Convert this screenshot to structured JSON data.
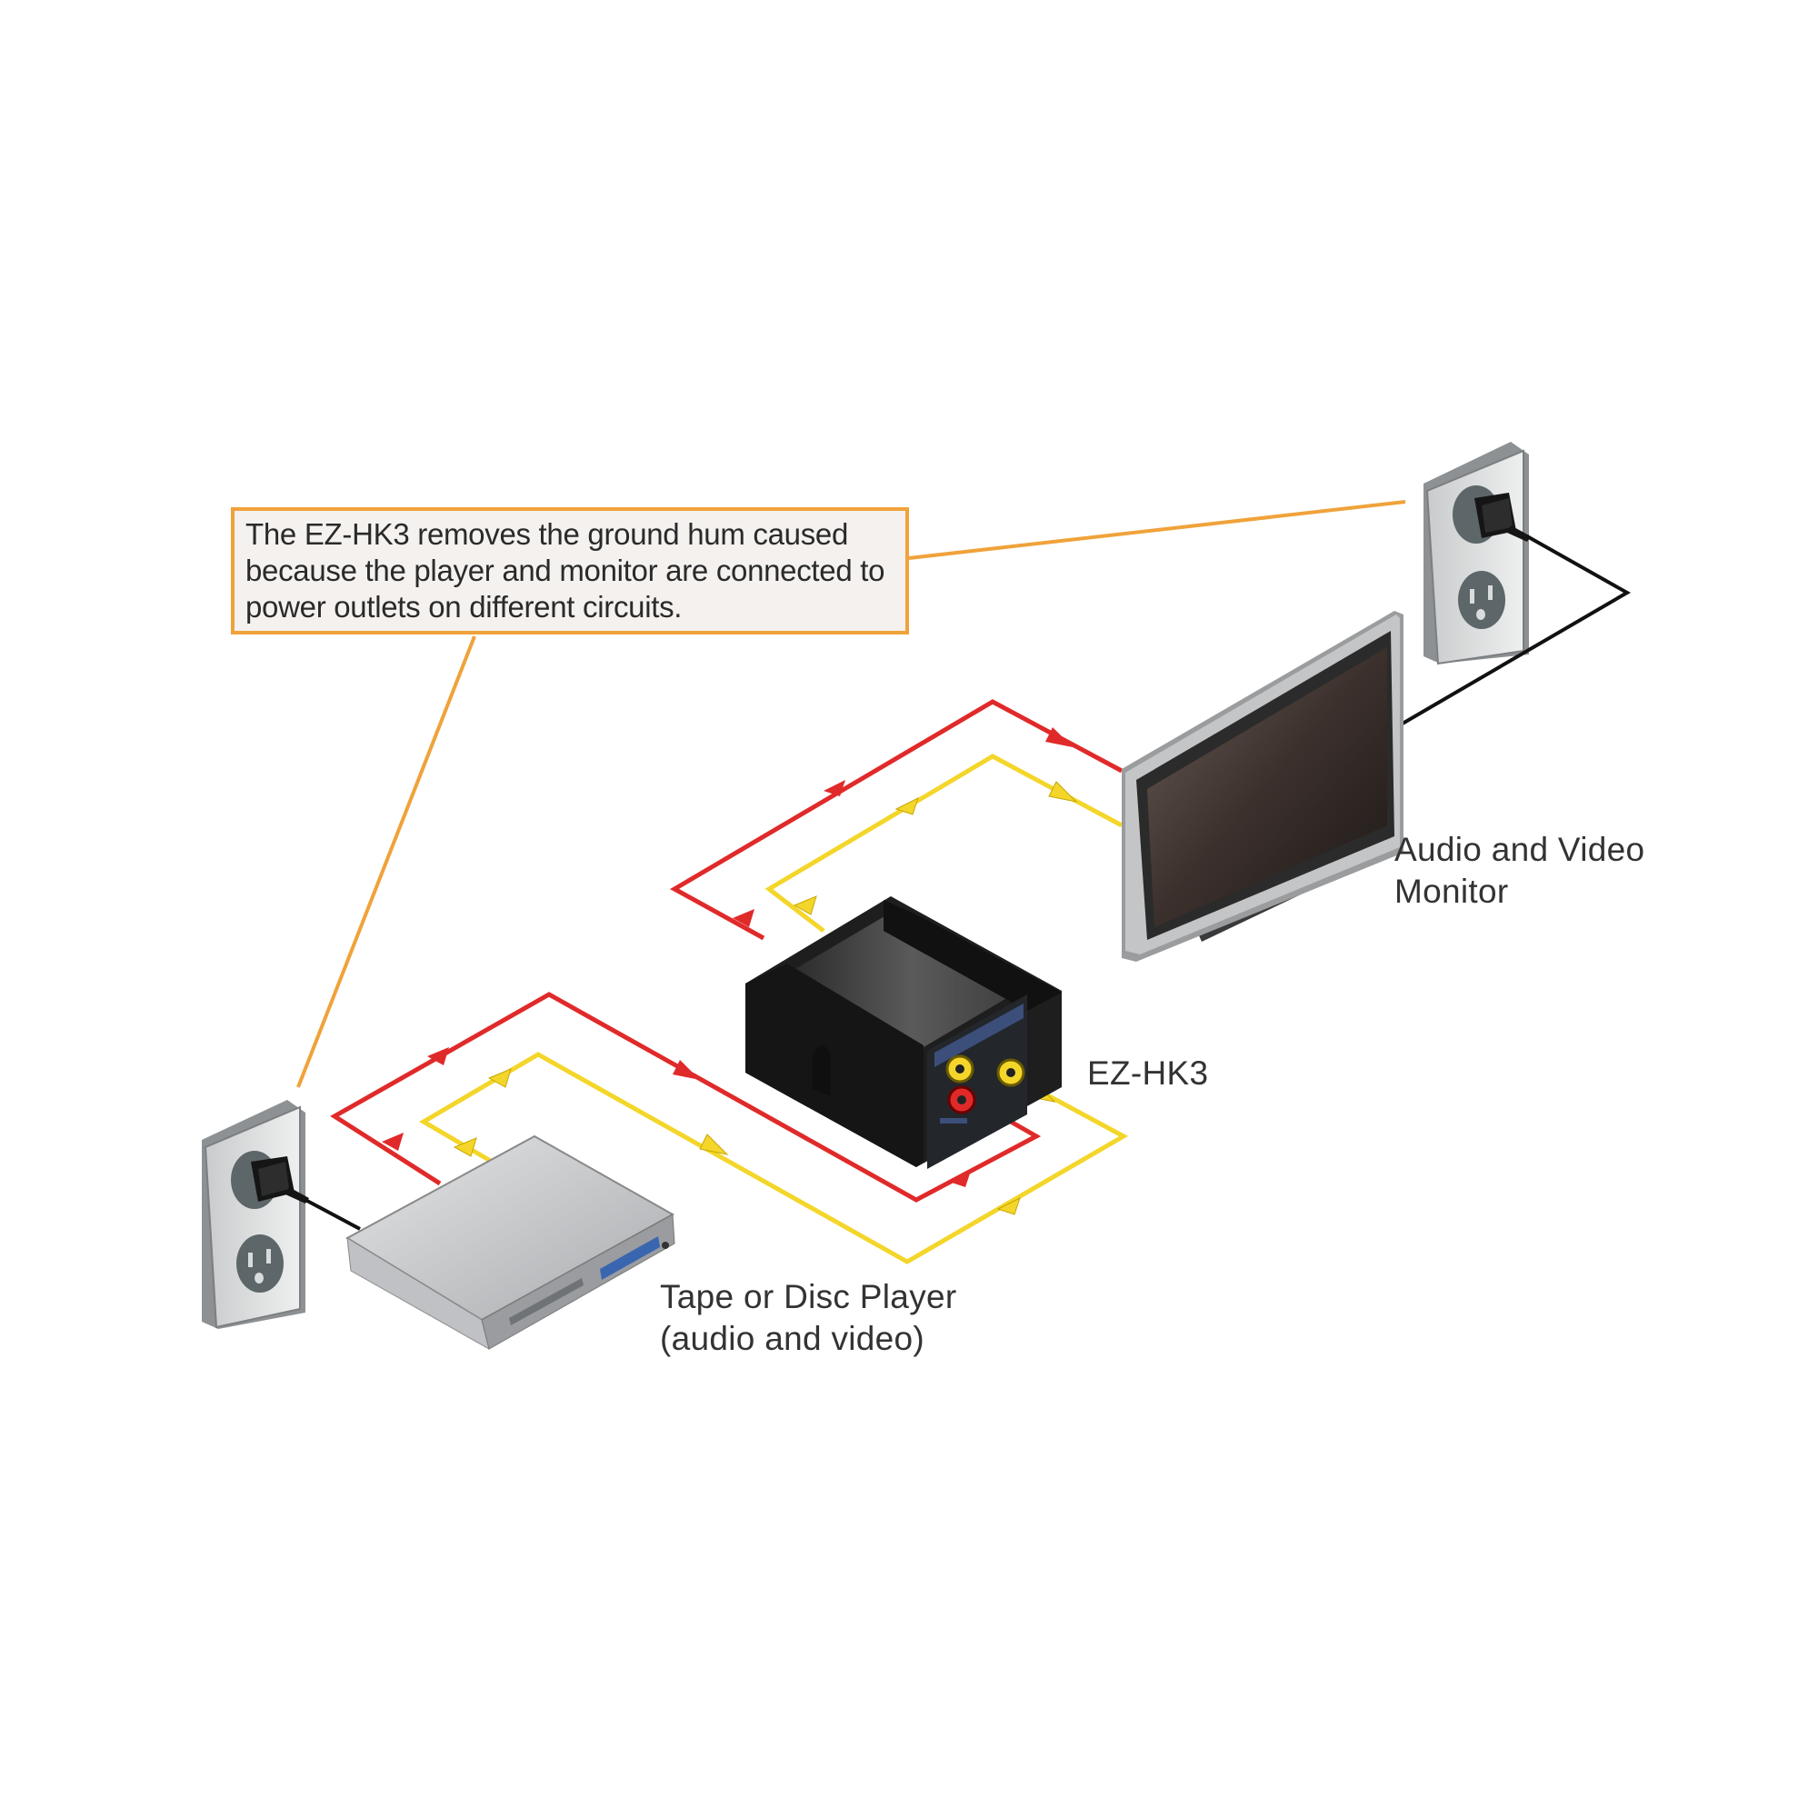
{
  "callout": {
    "lines": [
      "The EZ-HK3 removes the ground hum caused",
      "because the player and monitor are connected to",
      "power outlets on different circuits."
    ]
  },
  "labels": {
    "monitor": [
      "Audio and Video",
      "Monitor"
    ],
    "device": "EZ-HK3",
    "player": [
      "Tape or Disc Player",
      "(audio and video)"
    ]
  },
  "colors": {
    "audio_cable": "#e02a2a",
    "video_cable": "#f4d62a",
    "callout_border": "#f0a23a",
    "power_cord": "#111111"
  },
  "icons": [
    "power-outlet-icon",
    "power-plug-icon",
    "monitor-icon",
    "hum-eliminator-icon",
    "disc-player-icon"
  ]
}
